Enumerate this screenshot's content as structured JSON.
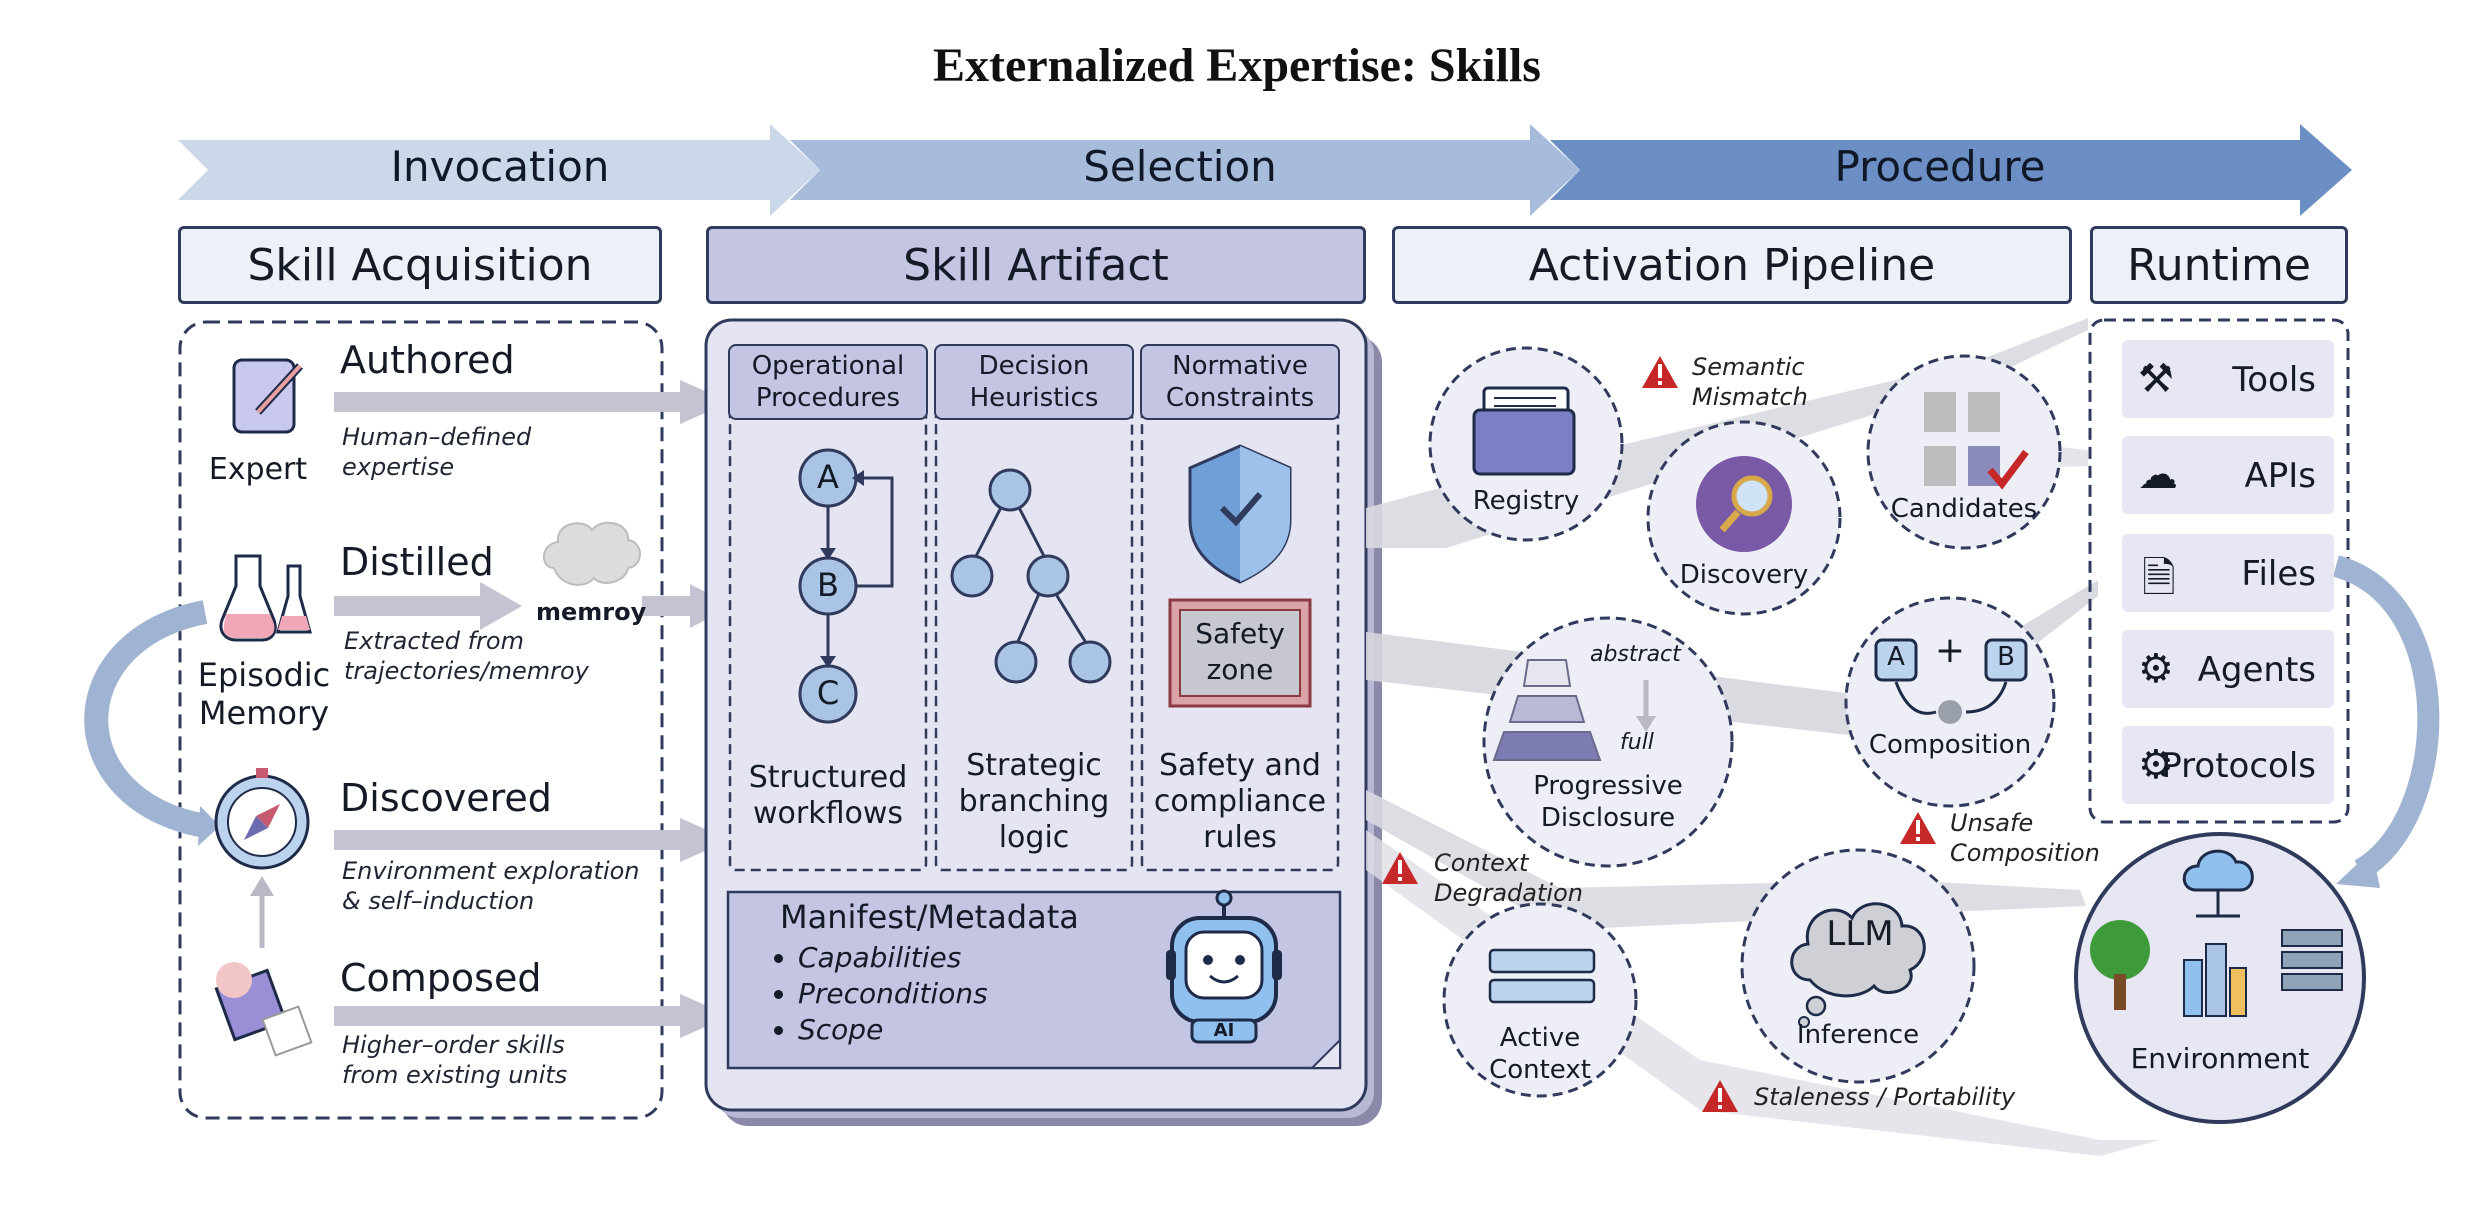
{
  "title": "Externalized Expertise: Skills",
  "stages": [
    "Invocation",
    "Selection",
    "Procedure"
  ],
  "panels": {
    "acquisition": "Skill Acquisition",
    "artifact": "Skill Artifact",
    "pipeline": "Activation Pipeline",
    "runtime": "Runtime"
  },
  "acquisition": {
    "expert_label": "Expert",
    "authored": {
      "title": "Authored",
      "desc1": "Human–defined",
      "desc2": "expertise"
    },
    "episodic_label1": "Episodic",
    "episodic_label2": "Memory",
    "distilled": {
      "title": "Distilled",
      "desc1": "Extracted from",
      "desc2": "trajectories/memroy"
    },
    "memroy_label": "memroy",
    "discovered": {
      "title": "Discovered",
      "desc1": "Environment exploration",
      "desc2": "& self–induction"
    },
    "composed": {
      "title": "Composed",
      "desc1": "Higher–order skills",
      "desc2": "from existing units"
    }
  },
  "artifact": {
    "columns": [
      {
        "head1": "Operational",
        "head2": "Procedures",
        "text1": "Structured",
        "text2": "workflows",
        "text3": ""
      },
      {
        "head1": "Decision",
        "head2": "Heuristics",
        "text1": "Strategic",
        "text2": "branching",
        "text3": "logic"
      },
      {
        "head1": "Normative",
        "head2": "Constraints",
        "text1": "Safety and",
        "text2": "compliance",
        "text3": "rules"
      }
    ],
    "flow_nodes": [
      "A",
      "B",
      "C"
    ],
    "safety_zone1": "Safety",
    "safety_zone2": "zone",
    "manifest_title": "Manifest/Metadata",
    "manifest_items": [
      "Capabilities",
      "Preconditions",
      "Scope"
    ],
    "robot_badge": "AI"
  },
  "pipeline": {
    "registry": "Registry",
    "discovery": "Discovery",
    "candidates": "Candidates",
    "disclosure1": "Progressive",
    "disclosure2": "Disclosure",
    "abstract": "abstract",
    "full": "full",
    "composition": "Composition",
    "comp_a": "A",
    "comp_plus": "+",
    "comp_b": "B",
    "active1": "Active",
    "active2": "Context",
    "inference": "Inference",
    "llm": "LLM",
    "warnings": {
      "semantic1": "Semantic",
      "semantic2": "Mismatch",
      "unsafe1": "Unsafe",
      "unsafe2": "Composition",
      "context1": "Context",
      "context2": "Degradation",
      "staleness": "Staleness / Portability"
    }
  },
  "runtime": {
    "items": [
      "Tools",
      "APIs",
      "Files",
      "Agents",
      "Protocols"
    ],
    "environment": "Environment"
  },
  "colors": {
    "arrow_light": "#cbd8ea",
    "arrow_mid": "#a7bcdb",
    "arrow_dark": "#6b8fc4",
    "artifact_fill": "#c4c4e3",
    "border": "#2f3a5c",
    "warn": "#c62828"
  }
}
